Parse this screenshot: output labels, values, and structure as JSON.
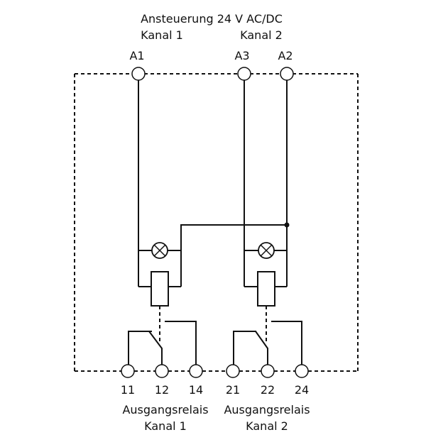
{
  "header": {
    "title": "Ansteuerung 24 V AC/DC",
    "channel1": "Kanal 1",
    "channel2": "Kanal 2"
  },
  "input_terminals": {
    "a1": "A1",
    "a3": "A3",
    "a2": "A2"
  },
  "output_terminals": {
    "t11": "11",
    "t12": "12",
    "t14": "14",
    "t21": "21",
    "t22": "22",
    "t24": "24"
  },
  "footer": {
    "output1_title": "Ausgangsrelais",
    "output1_channel": "Kanal 1",
    "output2_title": "Ausgangsrelais",
    "output2_channel": "Kanal 2"
  },
  "icons": {
    "lamp": "lamp-icon",
    "coil": "relay-coil-icon",
    "terminal": "terminal-icon"
  },
  "colors": {
    "line": "#111111",
    "background": "#ffffff"
  }
}
